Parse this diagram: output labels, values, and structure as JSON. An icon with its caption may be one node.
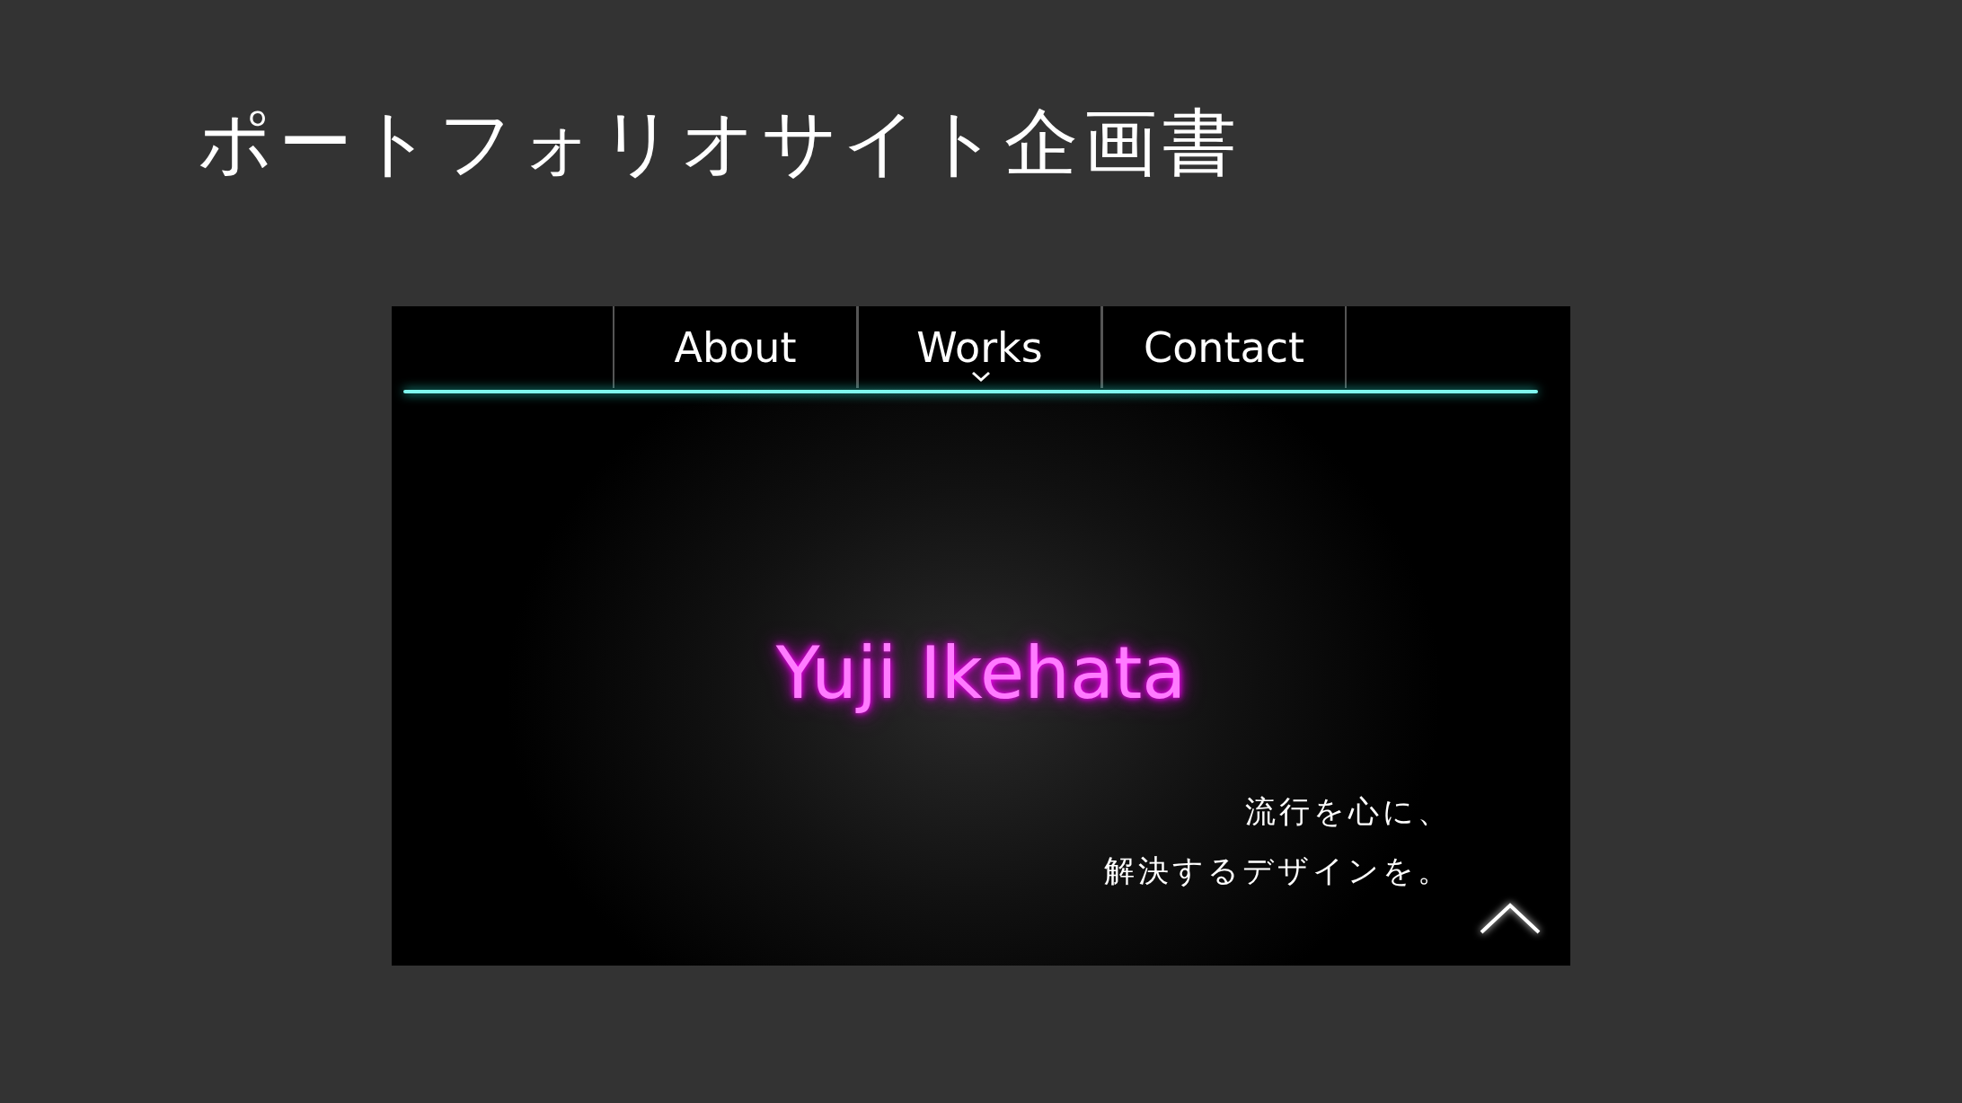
{
  "diagram": {
    "title": "ポートフォリオサイト企画書",
    "nodes": [
      {
        "text": [
          "Yuji Ikehata"
        ]
      },
      {
        "text": [
          "About"
        ],
        "in": 0
      },
      {
        "text": [
          "Works"
        ],
        "in": 0
      },
      {
        "text": [
          "Contact"
        ],
        "in": 0
      }
    ],
    "labels": [
      "流行を心に、",
      "解決するデザインを。"
    ]
  }
}
